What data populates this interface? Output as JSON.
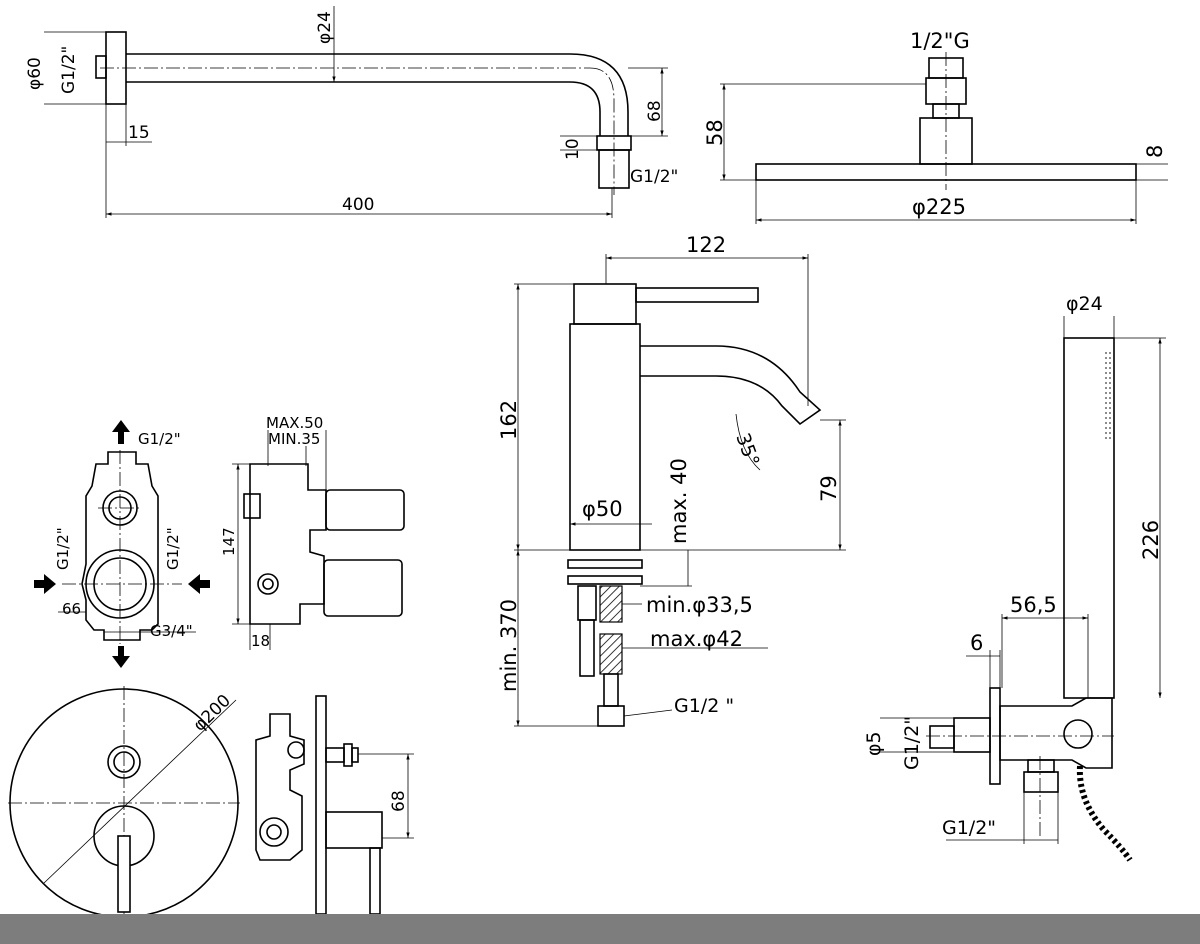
{
  "colors": {
    "line": "#000000",
    "background": "#ffffff",
    "bottom_bar": "#7d7d7d"
  },
  "wall_arm": {
    "dia_24": "φ24",
    "dia_60": "φ60",
    "thread_left": "G1/2\"",
    "dim_15": "15",
    "dim_68": "68",
    "dim_10": "10",
    "thread_right": "G1/2\"",
    "dim_400": "400"
  },
  "shower_head": {
    "thread": "1/2\"G",
    "dim_58": "58",
    "dim_8": "8",
    "dia_225": "φ225"
  },
  "mixer_body": {
    "thread_top": "G1/2\"",
    "thread_left": "G1/2\"",
    "thread_right": "G1/2\"",
    "dim_66": "66",
    "thread_bottom": "G3/4\"",
    "max_50": "MAX.50",
    "min_35": "MIN.35",
    "dim_147": "147",
    "dim_18": "18"
  },
  "wall_plate": {
    "dia_200": "φ200",
    "dim_68": "68"
  },
  "basin_mixer": {
    "dim_122": "122",
    "dim_162": "162",
    "angle_35": "35°",
    "dim_79": "79",
    "max_40": "max. 40",
    "dia_50": "φ50",
    "min_370": "min. 370",
    "min_dia": "min.φ33,5",
    "max_dia": "max.φ42",
    "thread": "G1/2 \""
  },
  "hand_shower": {
    "dia_24": "φ24",
    "dim_226": "226",
    "dim_56_5": "56,5",
    "dim_6": "6",
    "dia_5": "φ5",
    "thread_side": "G1/2\"",
    "thread_bottom": "G1/2\""
  }
}
